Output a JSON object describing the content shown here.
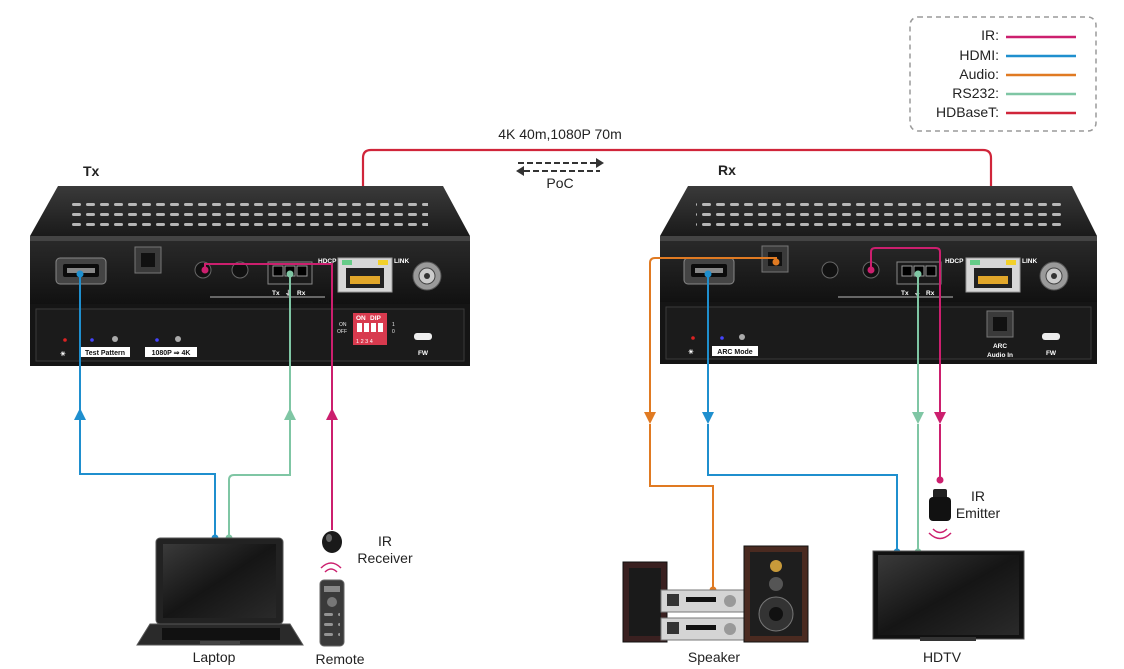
{
  "colors": {
    "ir": "#cc1f6e",
    "hdmi": "#1f8fce",
    "audio": "#e07a22",
    "rs232": "#7fc6a4",
    "hdbaset": "#d0253a"
  },
  "legend": {
    "items": [
      {
        "label": "IR:",
        "key": "ir"
      },
      {
        "label": "HDMI:",
        "key": "hdmi"
      },
      {
        "label": "Audio:",
        "key": "audio"
      },
      {
        "label": "RS232:",
        "key": "rs232"
      },
      {
        "label": "HDBaseT:",
        "key": "hdbaset"
      }
    ]
  },
  "link": {
    "distance": "4K 40m,1080P 70m",
    "poc": "PoC"
  },
  "tx": {
    "title": "Tx",
    "hdcp": "HDCP",
    "link": "LINK",
    "serial_tx": "Tx",
    "serial_gnd": "⏚",
    "serial_rx": "Rx",
    "dip_on": "ON",
    "dip_dip": "DIP",
    "dip_side_on": "ON",
    "dip_side_off": "OFF",
    "dip_one": "1",
    "dip_zero": "0",
    "dip_numbers": "1 2 3 4",
    "test_pattern": "Test Pattern",
    "res_switch": "1080P ⇒ 4K",
    "fw": "FW",
    "sun": "☀"
  },
  "rx": {
    "title": "Rx",
    "hdcp": "HDCP",
    "link": "LINK",
    "serial_tx": "Tx",
    "serial_gnd": "⏚",
    "serial_rx": "Rx",
    "arc_mode": "ARC Mode",
    "arc_audio_line1": "ARC",
    "arc_audio_line2": "Audio In",
    "fw": "FW",
    "sun": "☀"
  },
  "devices": {
    "laptop": "Laptop",
    "remote": "Remote",
    "ir_receiver_line1": "IR",
    "ir_receiver_line2": "Receiver",
    "speaker": "Speaker",
    "hdtv": "HDTV",
    "ir_emitter_line1": "IR",
    "ir_emitter_line2": "Emitter"
  }
}
